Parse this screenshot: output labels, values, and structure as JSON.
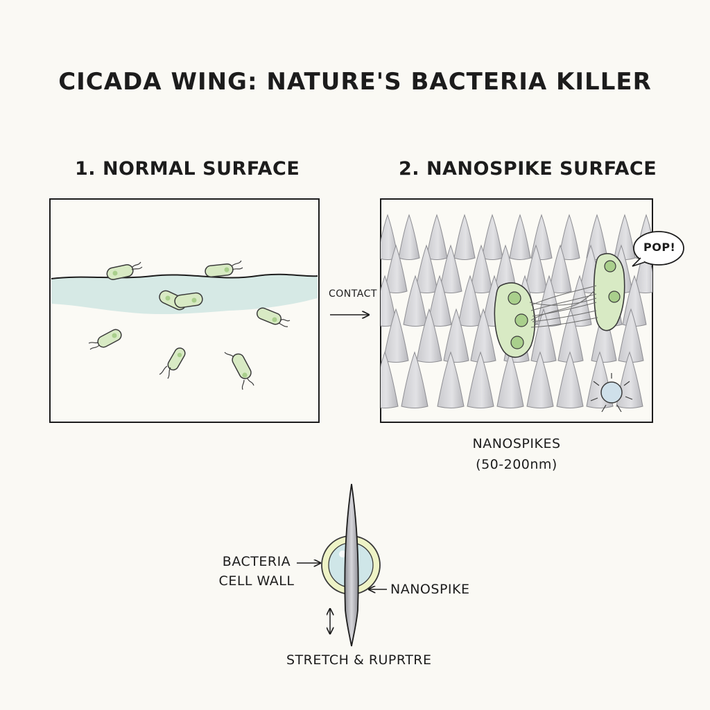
{
  "title": "CICADA WING: NATURE'S BACTERIA KILLER",
  "panels": [
    {
      "label": "1. NORMAL SURFACE"
    },
    {
      "label": "2. NANOSPIKE SURFACE"
    }
  ],
  "contact_label": "CONTACT",
  "pop_label": "POP!",
  "nanospikes_label": {
    "line1": "NANOSPIKES",
    "line2": "(50-200nm)"
  },
  "detail": {
    "cell_wall_line1": "BACTERIA",
    "cell_wall_line2": "CELL WALL",
    "spike_label": "NANOSPIKE",
    "action_label": "STRETCH & RUPRTRE"
  },
  "colors": {
    "ink": "#1c1c1c",
    "water": "#cfe5e2",
    "bacteria_fill": "#d8eac4",
    "bacteria_core": "#a9cf8c",
    "spike_fill": "#d6d6d9",
    "spike_shade": "#bdbdc2",
    "background": "#faf9f4"
  }
}
